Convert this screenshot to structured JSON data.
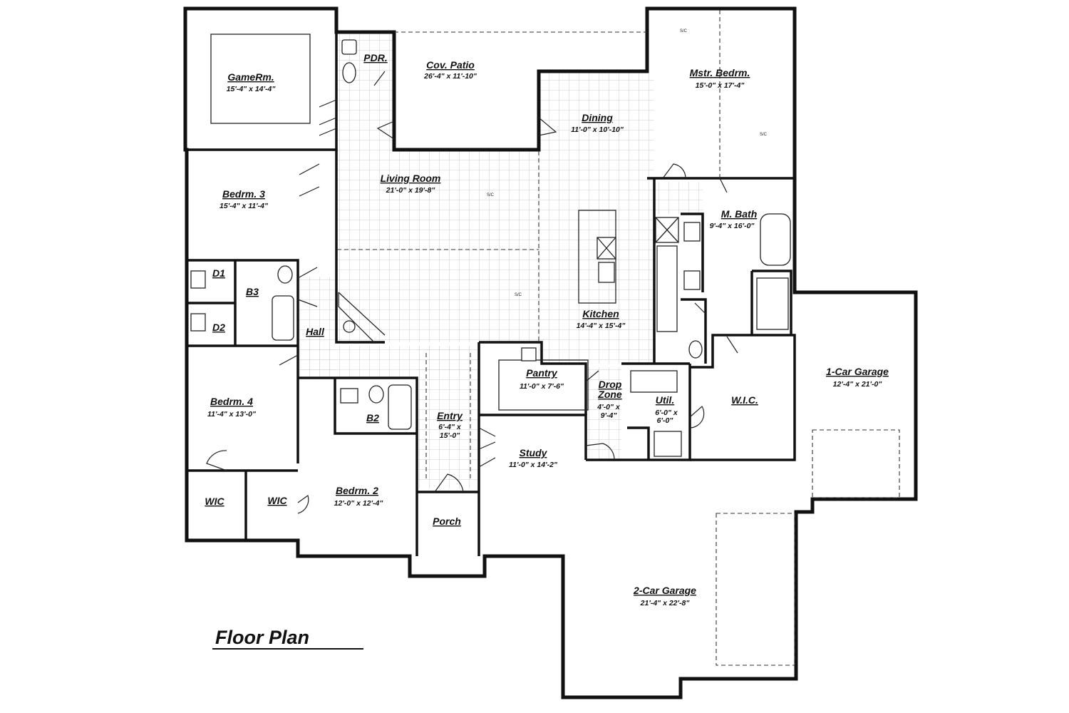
{
  "plan_title": "Floor Plan",
  "rooms": {
    "gameroom": {
      "name": "GameRm.",
      "dims": "15'-4\" x 14'-4\""
    },
    "pdr": {
      "name": "PDR.",
      "dims": ""
    },
    "cov_patio": {
      "name": "Cov. Patio",
      "dims": "26'-4\" x 11'-10\""
    },
    "master_bedroom": {
      "name": "Mstr. Bedrm.",
      "dims": "15'-0\" x 17'-4\""
    },
    "dining": {
      "name": "Dining",
      "dims": "11'-0\" x 10'-10\""
    },
    "bedroom3": {
      "name": "Bedrm. 3",
      "dims": "15'-4\" x 11'-4\""
    },
    "living_room": {
      "name": "Living Room",
      "dims": "21'-0\" x 19'-8\""
    },
    "master_bath": {
      "name": "M. Bath",
      "dims": "9'-4\" x 16'-0\""
    },
    "d1": {
      "name": "D1",
      "dims": ""
    },
    "b3": {
      "name": "B3",
      "dims": ""
    },
    "d2": {
      "name": "D2",
      "dims": ""
    },
    "hall": {
      "name": "Hall",
      "dims": ""
    },
    "kitchen": {
      "name": "Kitchen",
      "dims": "14'-4\" x 15'-4\""
    },
    "pantry": {
      "name": "Pantry",
      "dims": "11'-0\" x 7'-6\""
    },
    "drop_zone_line1": {
      "name": "Drop",
      "dims": "4'-0\" x"
    },
    "drop_zone_line2": {
      "name": "Zone",
      "dims": "9'-4\""
    },
    "utility": {
      "name": "Util.",
      "dims_line1": "6'-0\" x",
      "dims_line2": "6'-0\""
    },
    "wic_master": {
      "name": "W.I.C.",
      "dims": ""
    },
    "one_car_garage": {
      "name": "1-Car Garage",
      "dims": "12'-4\" x 21'-0\""
    },
    "bedroom4": {
      "name": "Bedrm. 4",
      "dims": "11'-4\" x 13'-0\""
    },
    "b2": {
      "name": "B2",
      "dims": ""
    },
    "entry": {
      "name": "Entry",
      "dims_line1": "6'-4\" x",
      "dims_line2": "15'-0\""
    },
    "study": {
      "name": "Study",
      "dims": "11'-0\" x 14'-2\""
    },
    "wic_left": {
      "name": "WIC",
      "dims": ""
    },
    "wic_right": {
      "name": "WIC",
      "dims": ""
    },
    "bedroom2": {
      "name": "Bedrm. 2",
      "dims": "12'-0\" x 12'-4\""
    },
    "porch": {
      "name": "Porch",
      "dims": ""
    },
    "two_car_garage": {
      "name": "2-Car Garage",
      "dims": "21'-4\" x 22'-8\""
    }
  },
  "ceiling_marks": {
    "label": "S/C"
  }
}
